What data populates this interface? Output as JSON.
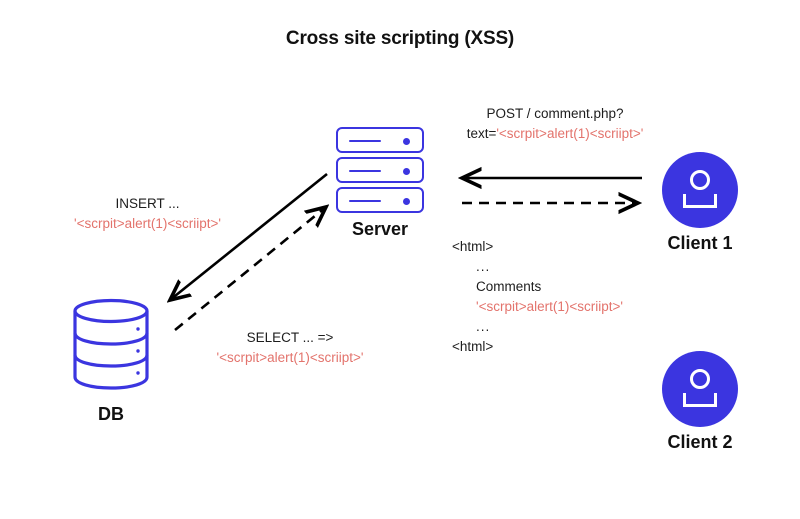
{
  "title": "Cross site scripting (XSS)",
  "colors": {
    "brand_blue": "#3b35e0",
    "code_red": "#e3736c",
    "text_dark": "#1d1d1d",
    "background": "#ffffff"
  },
  "nodes": {
    "server": {
      "label": "Server",
      "icon": "server-icon",
      "bars": 3
    },
    "db": {
      "label": "DB",
      "icon": "database-cylinder-icon",
      "sections": 3
    },
    "client1": {
      "label": "Client 1",
      "icon": "user-avatar-icon"
    },
    "client2": {
      "label": "Client 2",
      "icon": "user-avatar-icon"
    }
  },
  "payload": "'<scrpit>alert(1)<scriipt>'",
  "messages": {
    "post_request": {
      "line1": "POST / comment.php?",
      "line2_prefix": "text=",
      "line2_code": "'<scrpit>alert(1)<scriipt>'"
    },
    "insert": {
      "line1": "INSERT ...",
      "line2_code": "'<scrpit>alert(1)<scriipt>'"
    },
    "select": {
      "line1": "SELECT ... =>",
      "line2_code": "'<scrpit>alert(1)<scriipt>'"
    },
    "html_response": {
      "line1": "<html>",
      "line2": "...",
      "line3": "Comments",
      "line4_code": "'<scrpit>alert(1)<scriipt>'",
      "line5": "...",
      "line6": "<html>"
    }
  },
  "arrows": {
    "client_to_server": {
      "name": "solid-left-arrow",
      "style": "solid",
      "direction": "left"
    },
    "server_to_client": {
      "name": "dashed-right-arrow",
      "style": "dashed",
      "direction": "right"
    },
    "server_to_db": {
      "name": "solid-diagonal-arrow",
      "style": "solid",
      "direction": "down-left"
    },
    "db_to_server": {
      "name": "dashed-diagonal-arrow",
      "style": "dashed",
      "direction": "up-right"
    }
  }
}
